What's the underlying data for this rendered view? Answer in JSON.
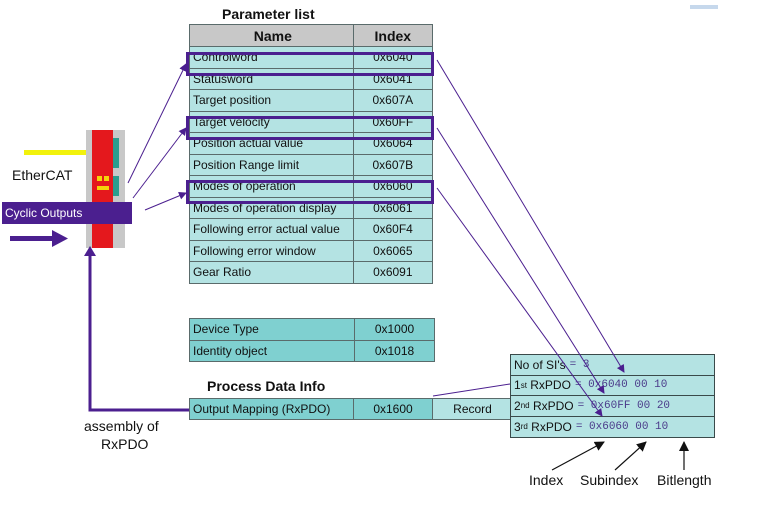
{
  "parameter_list": {
    "title": "Parameter list",
    "headers": {
      "name": "Name",
      "index": "Index"
    },
    "rows": [
      {
        "name": "Controlword",
        "index": "0x6040"
      },
      {
        "name": "Statusword",
        "index": "0x6041"
      },
      {
        "name": "Target position",
        "index": "0x607A"
      },
      {
        "name": "Target velocity",
        "index": "0x60FF"
      },
      {
        "name": "Position actual value",
        "index": "0x6064"
      },
      {
        "name": "Position Range limit",
        "index": "0x607B"
      },
      {
        "name": "Modes of operation",
        "index": "0x6060"
      },
      {
        "name": "Modes of operation display",
        "index": "0x6061"
      },
      {
        "name": "Following error actual value",
        "index": "0x60F4"
      },
      {
        "name": "Following error window",
        "index": "0x6065"
      },
      {
        "name": "Gear Ratio",
        "index": "0x6091"
      }
    ],
    "highlighted_rows": [
      "Controlword",
      "Target velocity",
      "Modes of operation"
    ]
  },
  "communication_objects": [
    {
      "name": "Device Type",
      "index": "0x1000"
    },
    {
      "name": "Identity object",
      "index": "0x1018"
    }
  ],
  "process_data_info": {
    "title": "Process Data Info",
    "row": {
      "name": "Output Mapping (RxPDO)",
      "index": "0x1600",
      "type": "Record"
    }
  },
  "rxpdo_table": {
    "count_label": "No of SI's",
    "count_value": "= 3",
    "entries": [
      {
        "ordinal": "1",
        "suffix": "st",
        "label": "RxPDO",
        "value": "= 0x6040 00 10"
      },
      {
        "ordinal": "2",
        "suffix": "nd",
        "label": "RxPDO",
        "value": "= 0x60FF 00 20"
      },
      {
        "ordinal": "3",
        "suffix": "rd",
        "label": "RxPDO",
        "value": "= 0x6060 00 10"
      }
    ]
  },
  "field_labels": {
    "index": "Index",
    "subindex": "Subindex",
    "bitlength": "Bitlength"
  },
  "device": {
    "ethercat_label": "EtherCAT",
    "cyclic_label": "Cyclic Outputs",
    "assembly_label_1": "assembly of",
    "assembly_label_2": "RxPDO"
  },
  "colors": {
    "accent_purple": "#4b1f8f",
    "table_light": "#b4e3e3",
    "table_dark": "#7fd0d0",
    "device_red": "#e4181d"
  }
}
